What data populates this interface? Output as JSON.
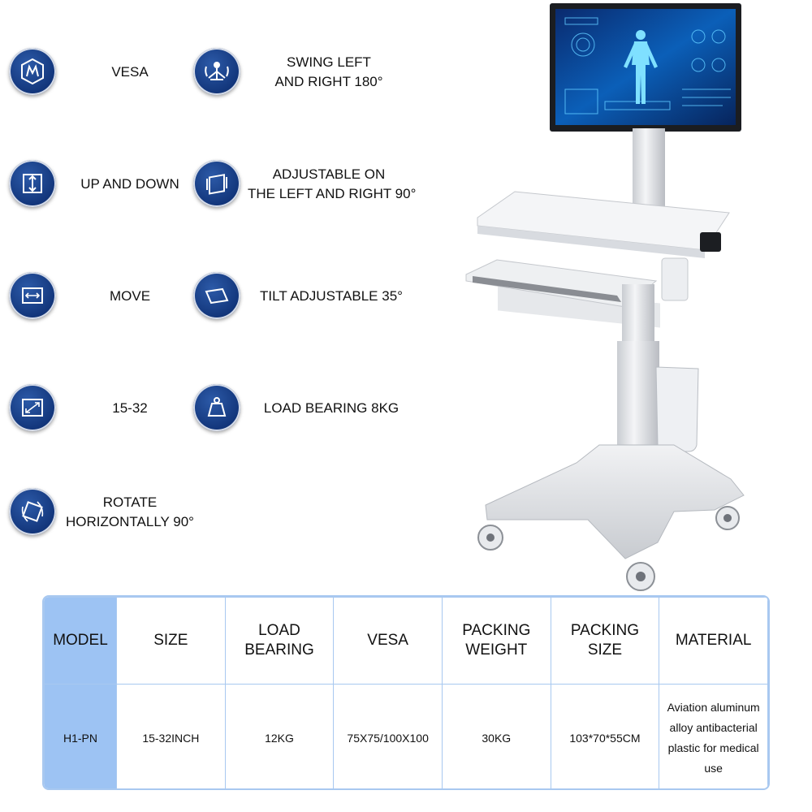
{
  "features": [
    {
      "icon": "vesa-icon",
      "label": "VESA"
    },
    {
      "icon": "swing-icon",
      "label_line1": "SWING LEFT",
      "label_line2": "AND RIGHT 180°"
    },
    {
      "icon": "up-down-icon",
      "label": "UP AND DOWN"
    },
    {
      "icon": "adjust-lr-icon",
      "label_line1": "ADJUSTABLE ON",
      "label_line2": "THE LEFT AND RIGHT 90°"
    },
    {
      "icon": "move-icon",
      "label": "MOVE"
    },
    {
      "icon": "tilt-icon",
      "label": "TILT ADJUSTABLE 35°"
    },
    {
      "icon": "screen-size-icon",
      "label": "15-32"
    },
    {
      "icon": "load-bearing-icon",
      "label": "LOAD BEARING 8KG"
    },
    {
      "icon": "rotate-icon",
      "label_line1": "ROTATE",
      "label_line2": "HORIZONTALLY 90°"
    }
  ],
  "table": {
    "headers": {
      "model": "MODEL",
      "size": "SIZE",
      "load_bearing": "LOAD BEARING",
      "vesa": "VESA",
      "packing_weight_line1": "PACKING",
      "packing_weight_line2": "WEIGHT",
      "packing_size": "PACKING SIZE",
      "material": "MATERIAL"
    },
    "row": {
      "model": "H1-PN",
      "size": "15-32INCH",
      "load_bearing": "12KG",
      "vesa": "75X75/100X100",
      "packing_weight": "30KG",
      "packing_size": "103*70*55CM",
      "material_line1": "Aviation aluminum",
      "material_line2": "alloy antibacterial",
      "material_line3": "plastic for medical",
      "material_line4": "use"
    }
  },
  "colors": {
    "icon_blue": "#12357a",
    "table_border": "#a8c8f0",
    "model_column": "#9dc3f3"
  }
}
